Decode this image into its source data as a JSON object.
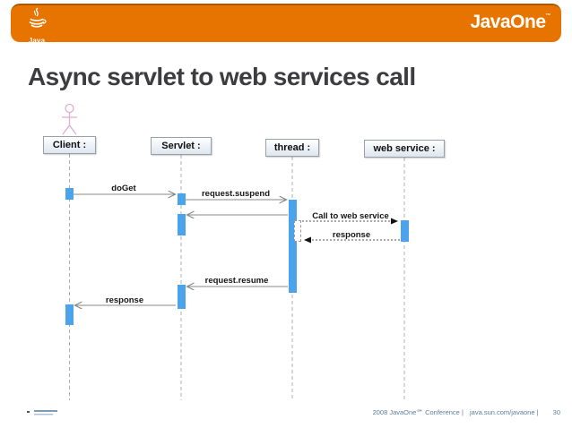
{
  "header": {
    "brand": "JavaOne",
    "trademark": "™",
    "logo_text": "Java"
  },
  "title": "Async servlet to web services call",
  "diagram": {
    "type": "uml-sequence",
    "lifelines": [
      {
        "label": "Client :",
        "actor": true
      },
      {
        "label": "Servlet :",
        "actor": false
      },
      {
        "label": "thread :",
        "actor": false
      },
      {
        "label": "web service :",
        "actor": false
      }
    ],
    "messages": [
      {
        "label": "doGet",
        "from": "Client",
        "to": "Servlet",
        "style": "sync"
      },
      {
        "label": "request.suspend",
        "from": "Servlet",
        "to": "thread",
        "style": "sync"
      },
      {
        "label": "",
        "from": "thread",
        "to": "Servlet",
        "style": "return"
      },
      {
        "label": "Call to web service",
        "from": "thread",
        "to": "web service",
        "style": "async-dotted"
      },
      {
        "label": "response",
        "from": "web service",
        "to": "thread",
        "style": "async-dotted"
      },
      {
        "label": "request.resume",
        "from": "thread",
        "to": "Servlet",
        "style": "sync"
      },
      {
        "label": "response",
        "from": "Servlet",
        "to": "Client",
        "style": "sync"
      }
    ]
  },
  "footer": {
    "conference": "2008 JavaOne℠ Conference |",
    "site": "java.sun.com/javaone |",
    "page": "30"
  },
  "colors": {
    "accent_orange": "#e87400",
    "accent_orange_dark": "#a85800",
    "activation_blue": "#4ba3eb",
    "lifeline_green_gray": "#a6b4a6",
    "footer_blue": "#5b7f9e",
    "title_gray": "#3d3d40",
    "actor_pink": "#dfaed6"
  }
}
